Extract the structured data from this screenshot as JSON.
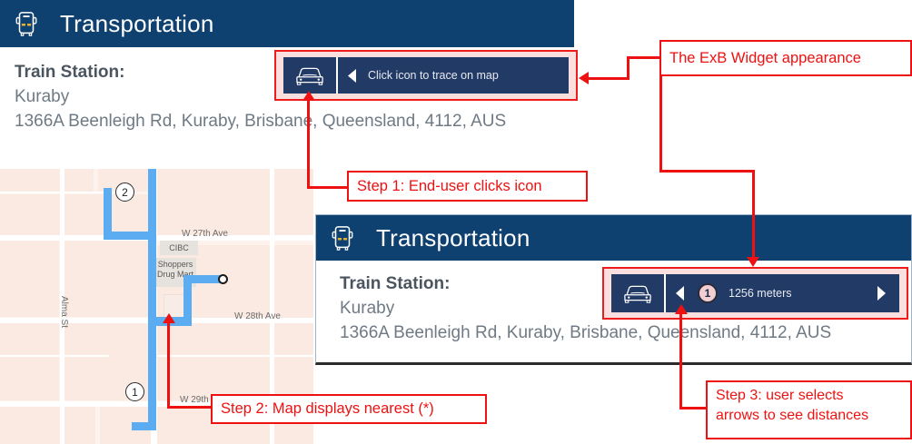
{
  "widget_card_1": {
    "header": {
      "icon": "bus-icon",
      "title": "Transportation"
    },
    "fields": {
      "label": "Train Station:",
      "name": "Kuraby",
      "address": "1366A Beenleigh Rd, Kuraby, Brisbane, Queensland, 4112, AUS"
    },
    "exb_widget": {
      "car_icon": "car-front-icon",
      "left_arrow_icon": "caret-left-icon",
      "bar_text": "Click icon to trace on map"
    }
  },
  "widget_card_2": {
    "header": {
      "icon": "bus-icon",
      "title": "Transportation"
    },
    "fields": {
      "label": "Train Station:",
      "name": "Kuraby",
      "address": "1366A Beenleigh Rd, Kuraby, Brisbane, Queensland, 4112, AUS"
    },
    "exb_widget": {
      "car_icon": "car-front-icon",
      "left_arrow_icon": "caret-left-icon",
      "badge": "1",
      "bar_text": "1256 meters",
      "right_arrow_icon": "caret-right-icon"
    }
  },
  "map": {
    "street_labels": [
      "W 27th Ave",
      "W 28th Ave",
      "W 29th",
      "Alma St"
    ],
    "poi_labels": [
      "CIBC",
      "Shoppers\nDrug Mart"
    ],
    "pins": [
      "2",
      "1"
    ],
    "route_color": "#5bacf0",
    "background_color": "#fdf2ec"
  },
  "callouts": {
    "exb_appearance": "The ExB Widget appearance",
    "step1": "Step 1: End-user clicks icon",
    "step2": "Step 2: Map displays nearest (*)",
    "step3_line1": "Step 3: user selects",
    "step3_line2": "arrows to see distances"
  },
  "colors": {
    "header_navy": "#0e4070",
    "widget_navy": "#223a66",
    "callout_red": "#ee1111",
    "highlight_pink": "#fbdede",
    "badge_pink": "#f1cfd2",
    "route_blue": "#5bacf0"
  }
}
